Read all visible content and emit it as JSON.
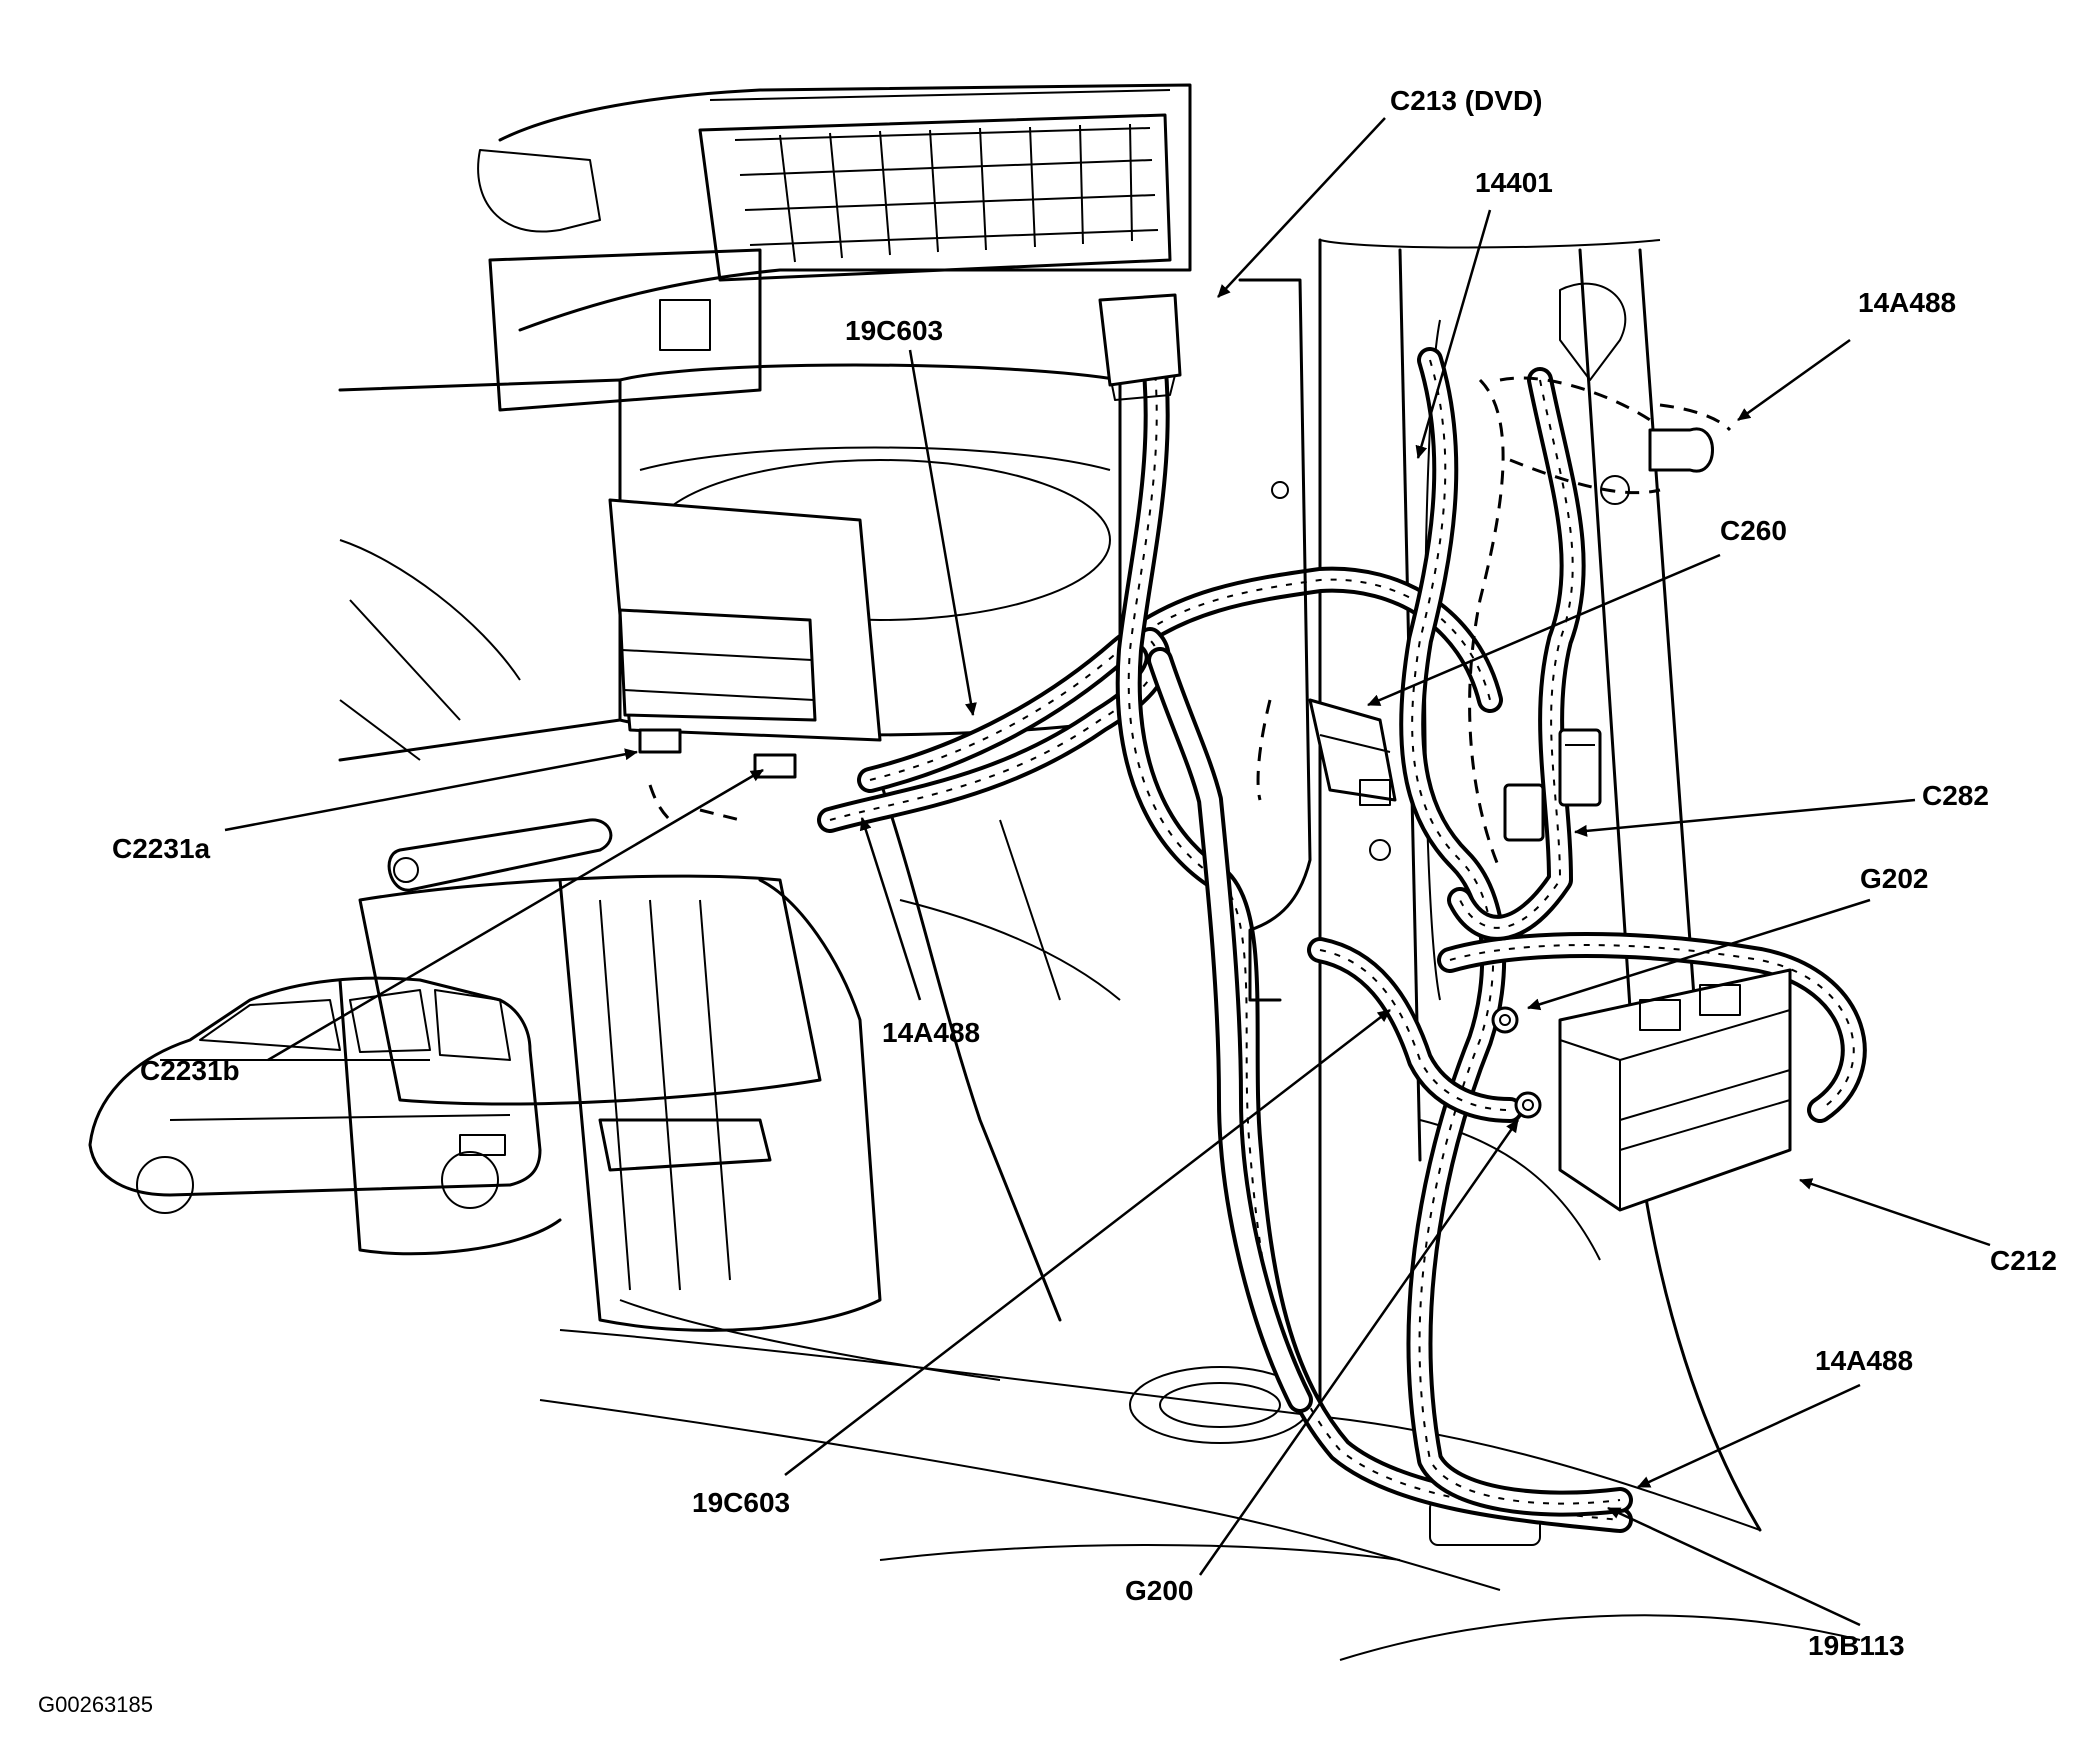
{
  "labels": {
    "c213": "C213 (DVD)",
    "c14401": "14401",
    "c14a488_top": "14A488",
    "c19c603_top": "19C603",
    "c260": "C260",
    "c282": "C282",
    "g202": "G202",
    "c2231a": "C2231a",
    "c2231b": "C2231b",
    "c14a488_mid": "14A488",
    "c212": "C212",
    "c14a488_low": "14A488",
    "c19c603_bottom": "19C603",
    "g200": "G200",
    "c19b113": "19B113"
  },
  "figure_code": "G00263185"
}
